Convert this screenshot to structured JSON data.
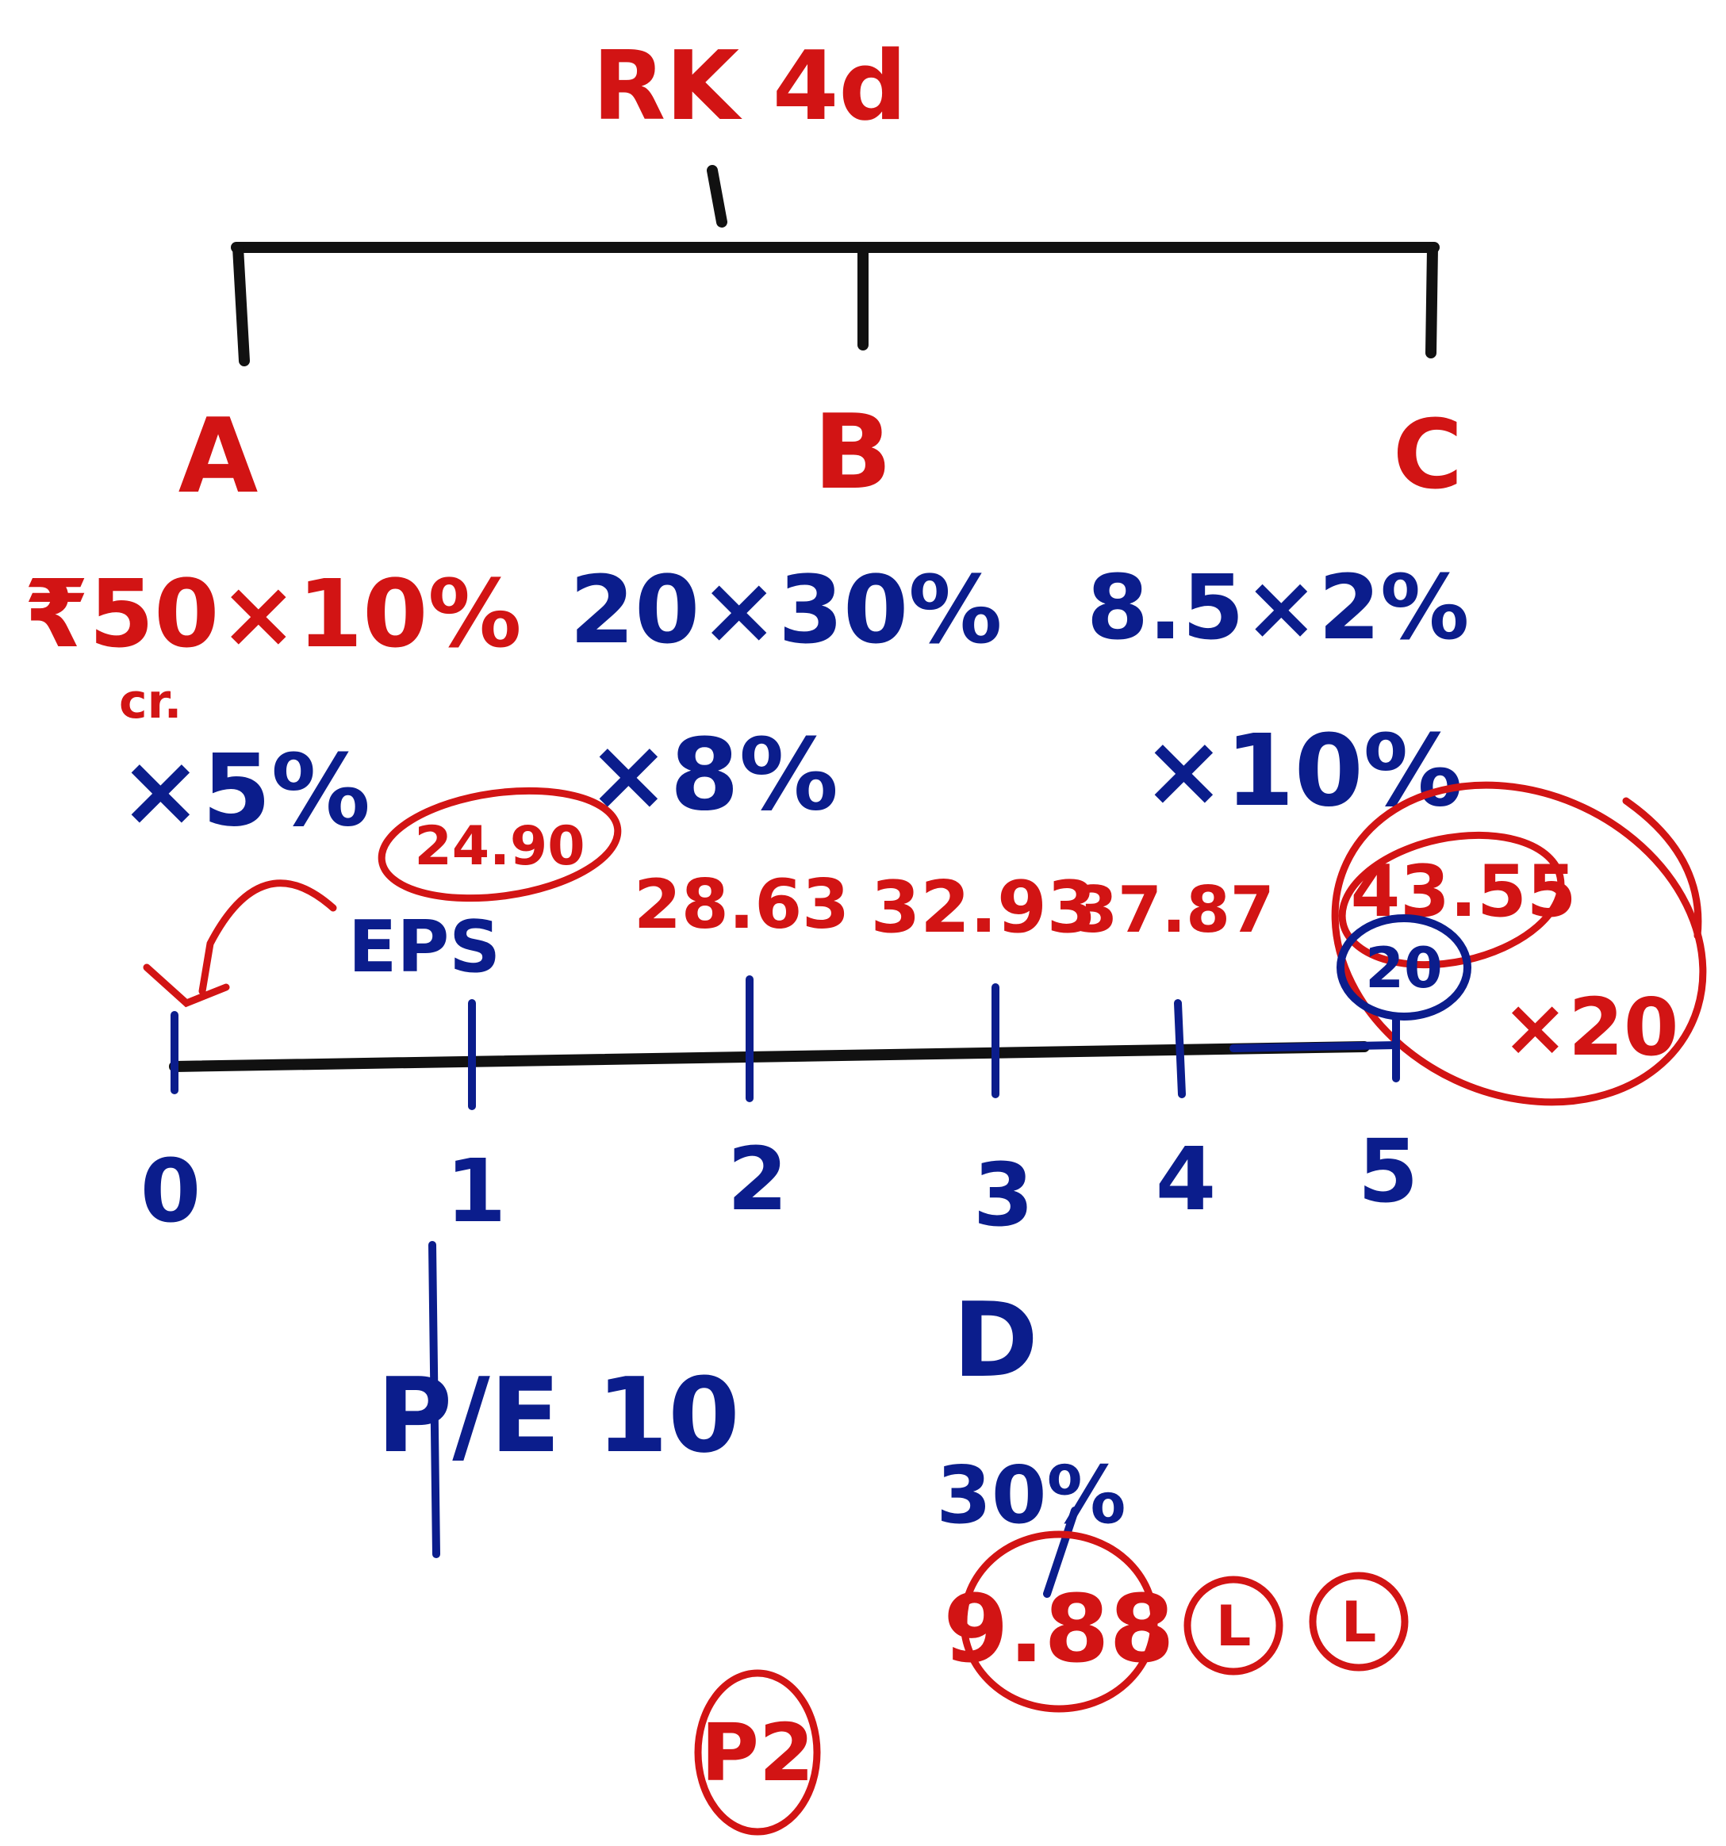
{
  "title": "RK 4d",
  "branches": [
    {
      "label": "A",
      "assumption": "₹50×10%"
    },
    {
      "label": "B",
      "assumption": "20×30%"
    },
    {
      "label": "C",
      "assumption": "8.5×2%"
    }
  ],
  "growth_factors": [
    "×5%",
    "×8%",
    "×10%"
  ],
  "small_note": "cr.",
  "eps_label": "EPS",
  "eps_values": [
    "24.90",
    "28.63",
    "32.93",
    "37.87",
    "43.55"
  ],
  "timeline_labels": [
    "0",
    "1",
    "2",
    "3",
    "4",
    "5"
  ],
  "circled_multiple": "20",
  "multiplier_note": "×20",
  "pe_note": "P/E 10",
  "d_block": {
    "label": "D",
    "rate": "30%",
    "value": "9.88"
  },
  "clock_marks": [
    "L",
    "L"
  ],
  "page_tag": "P2",
  "colors": {
    "red": "#d21414",
    "blue": "#0b1d8c",
    "black": "#111111"
  }
}
